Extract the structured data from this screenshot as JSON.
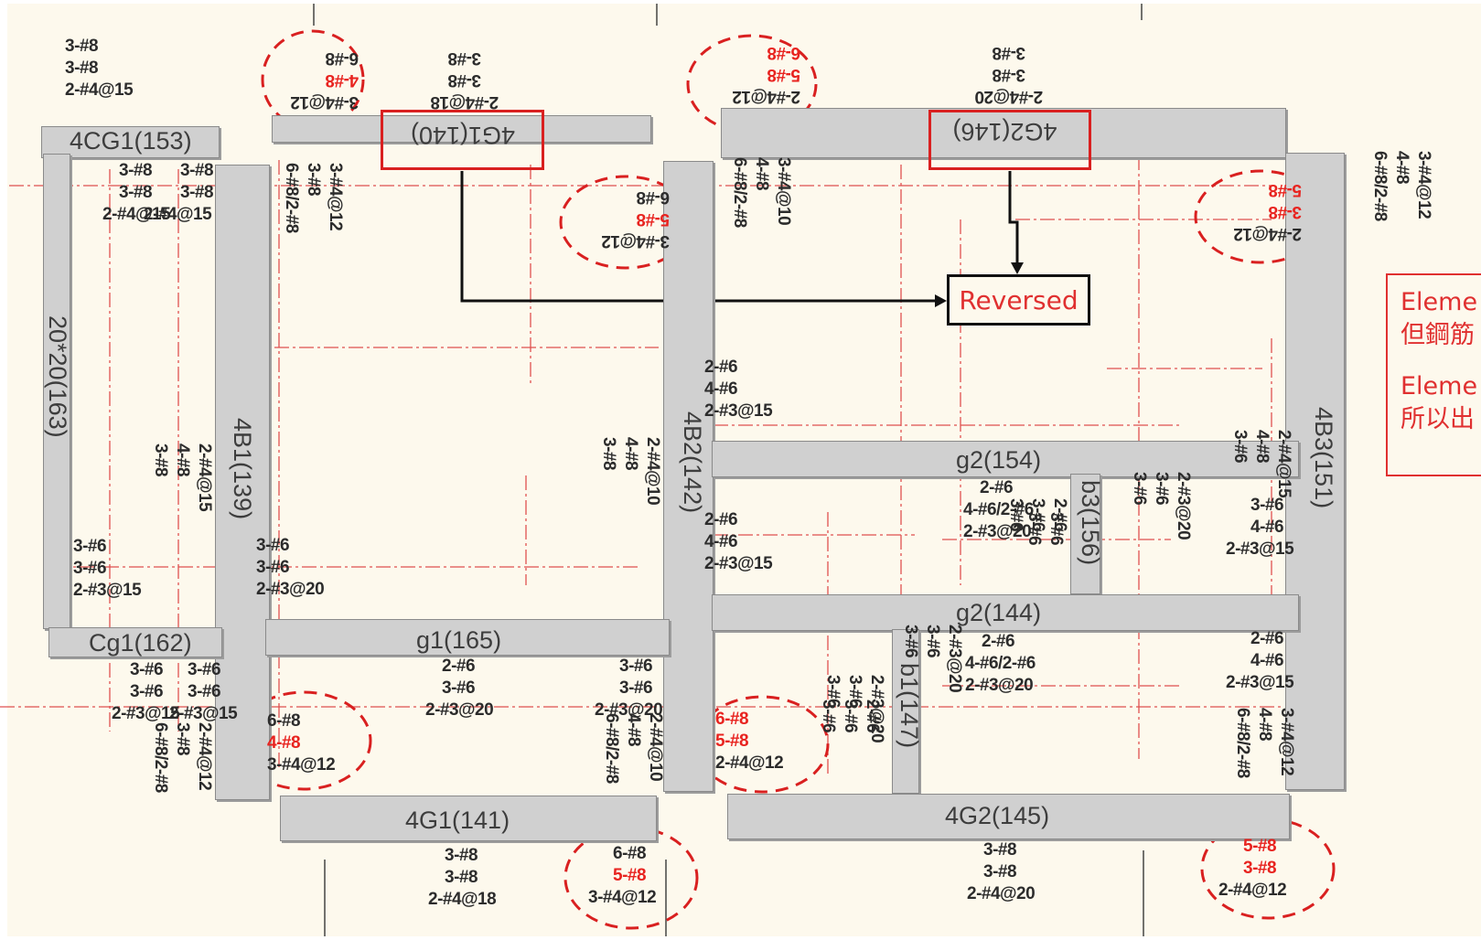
{
  "members": {
    "cg1_top": "4CG1(153)",
    "g1_top": "4G1(140)",
    "g2_top": "4G2(146)",
    "col_20x20": "20*20(163)",
    "b1": "4B1(139)",
    "b2": "4B2(142)",
    "b3": "4B3(151)",
    "g2_154": "g2(154)",
    "b3_156": "b3(156)",
    "g2_144": "g2(144)",
    "cg1_bottom": "Cg1(162)",
    "g1_165": "g1(165)",
    "b1_147": "b1(147)",
    "g1_bottom": "4G1(141)",
    "g2_bottom": "4G2(145)"
  },
  "rebar": {
    "cg1_ends": [
      "3-#8",
      "3-#8",
      "2-#4@15"
    ],
    "g1_top_left": [
      "3-#4@12",
      "4-#8",
      "6-#8"
    ],
    "g1_top_mid": [
      "2-#4@18",
      "3-#8",
      "3-#8"
    ],
    "g2_top_left": [
      "2-#4@12",
      "5-#8",
      "6-#8"
    ],
    "g2_top_mid": [
      "2-#4@20",
      "3-#8",
      "3-#8"
    ],
    "cg1_left": [
      "3-#8",
      "3-#8",
      "2-#4@15"
    ],
    "cg1_right": [
      "3-#8",
      "3-#8",
      "2-#4@15"
    ],
    "b1_top": [
      "3-#4@12",
      "3-#8",
      "6-#8/2-#8"
    ],
    "g1_top_right": [
      "3-#4@12",
      "5-#8",
      "6-#8"
    ],
    "b2_top": [
      "3-#4@10",
      "4-#8",
      "6-#8/2-#8"
    ],
    "b3_top": [
      "2-#4@12",
      "3-#8",
      "5-#8"
    ],
    "b3_top_out": [
      "3-#4@12",
      "4-#8",
      "6-#8/2-#8"
    ],
    "b2_mid_right_1": [
      "2-#6",
      "4-#6",
      "2-#3@15"
    ],
    "b1_mid": [
      "2-#4@15",
      "4-#8",
      "3-#8"
    ],
    "b2_mid": [
      "2-#4@10",
      "4-#8",
      "3-#8"
    ],
    "g2_154_mid": [
      "2-#6",
      "4-#6/2-#6",
      "2-#3@20"
    ],
    "b3_156_left": [
      "2-#6",
      "3-#6",
      "3-#6"
    ],
    "b3_156_right": [
      "2-#3@20",
      "3-#6",
      "3-#6"
    ],
    "b3_156_extra": [
      "3-#6",
      "3-#6",
      "3-#6"
    ],
    "b3_mid_left": [
      "2-#4@15",
      "4-#8",
      "3-#6"
    ],
    "b3_mid_right": [
      "3-#6",
      "4-#6",
      "2-#3@15"
    ],
    "col_left": [
      "3-#6",
      "3-#6",
      "2-#3@15"
    ],
    "b1_left_low": [
      "3-#6",
      "3-#6",
      "2-#3@20"
    ],
    "b2_mid_right_2": [
      "2-#6",
      "4-#6",
      "2-#3@15"
    ],
    "g2_144_mid": [
      "2-#6",
      "4-#6/2-#6",
      "2-#3@20"
    ],
    "g2_144_left": [
      "2-#3@20",
      "3-#6",
      "3-#6"
    ],
    "g2_144_right": [
      "2-#6",
      "4-#6",
      "2-#3@15"
    ],
    "cg1_bottom_left": [
      "3-#6",
      "3-#6",
      "2-#3@15"
    ],
    "cg1_bottom_right": [
      "3-#6",
      "3-#6",
      "2-#3@15"
    ],
    "g1_165_mid": [
      "2-#6",
      "3-#6",
      "2-#3@20"
    ],
    "g1_165_right": [
      "3-#6",
      "3-#6",
      "2-#3@20"
    ],
    "b1_bottom": [
      "6-#8",
      "4-#8",
      "3-#4@12"
    ],
    "b1_bottom_below": [
      "2-#4@12",
      "3-#8",
      "6-#8/2-#8"
    ],
    "b2_bottom_left": [
      "2-#4@10",
      "4-#8",
      "6-#8/2-#8"
    ],
    "b2_bottom_right": [
      "6-#8",
      "5-#8",
      "2-#4@12"
    ],
    "b1_147_left": [
      "2-#3@20",
      "3-#6",
      "3-#6"
    ],
    "b1_147_right": [
      "2-#6",
      "3-#6",
      "3-#6"
    ],
    "b3_bottom_left": [
      "3-#4@12",
      "4-#8",
      "6-#8/2-#8"
    ],
    "g1_bottom_mid": [
      "3-#8",
      "3-#8",
      "2-#4@18"
    ],
    "g1_bottom_right": [
      "6-#8",
      "5-#8",
      "3-#4@12"
    ],
    "g2_bottom_mid": [
      "3-#8",
      "3-#8",
      "2-#4@20"
    ],
    "g2_bottom_right": [
      "5-#8",
      "3-#8",
      "2-#4@12"
    ]
  },
  "reversed_label": "Reversed",
  "note": {
    "line1": "Eleme",
    "line2": "但鋼筋",
    "line3": "Eleme",
    "line4": "所以出"
  },
  "colors": {
    "highlight": "#d92020",
    "beam": "#d0d0d0",
    "gridline": "#e05050"
  }
}
